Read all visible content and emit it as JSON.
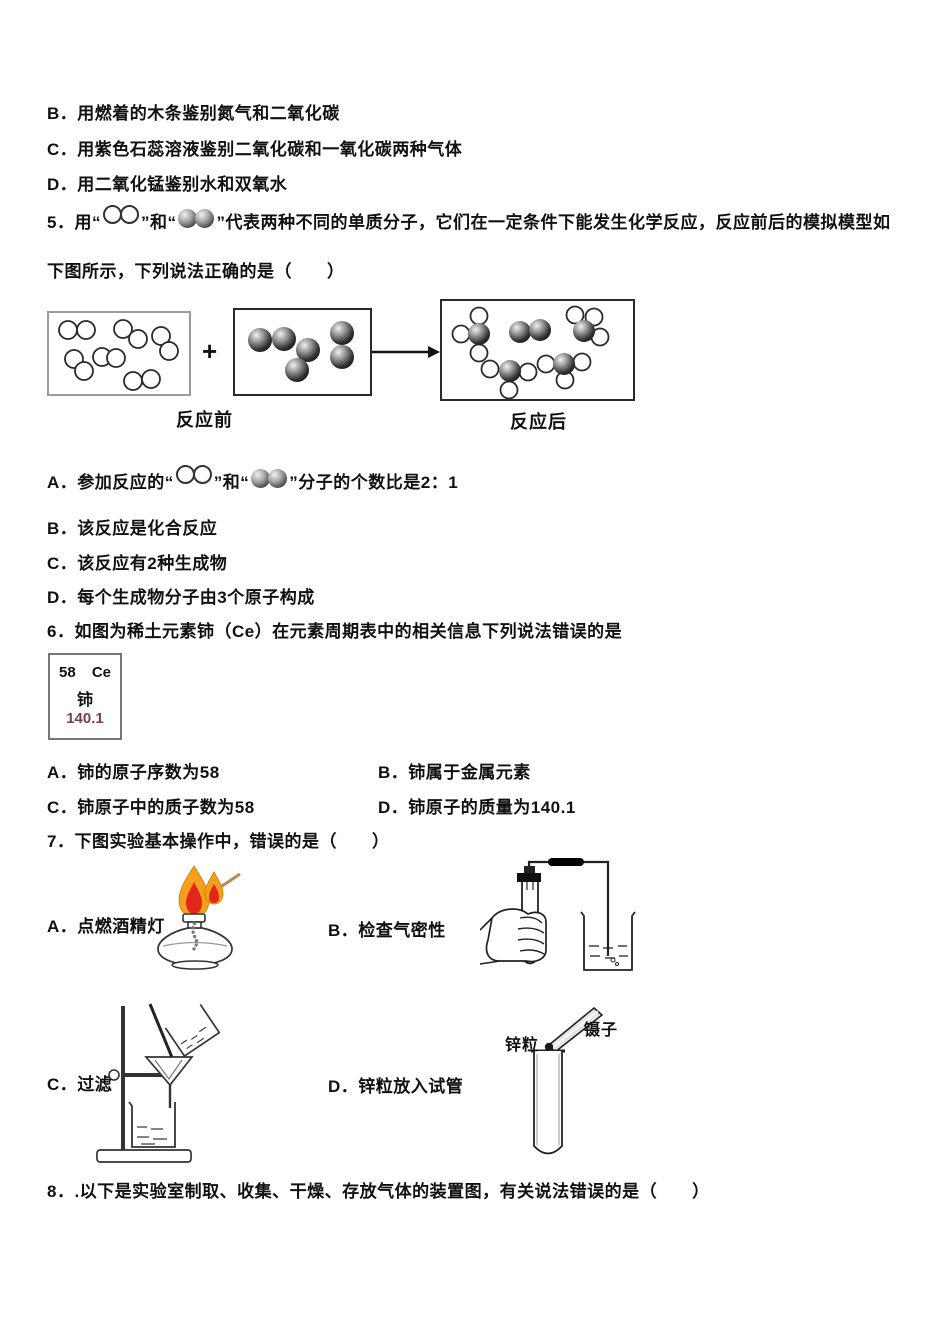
{
  "doc": {
    "q4": {
      "b": "B．用燃着的木条鉴别氮气和二氧化碳",
      "c": "C．用紫色石蕊溶液鉴别二氧化碳和一氧化碳两种气体",
      "d": "D．用二氧化锰鉴别水和双氧水"
    },
    "q5": {
      "stem1_prefix": "5．用“",
      "stem1_mid": "”和“",
      "stem1_suffix": "”代表两种不同的单质分子，它们在一定条件下能发生化学反应，反应前后的模拟模型如",
      "stem2": "下图所示，下列说法正确的是（　　）",
      "plus": "+",
      "before_label": "反应前",
      "after_label": "反应后",
      "optA_prefix": "A．参加反应的“",
      "optA_mid": "”和“",
      "optA_suffix": "”分子的个数比是2：1",
      "optB": "B．该反应是化合反应",
      "optC": "C．该反应有2种生成物",
      "optD": "D．每个生成物分子由3个原子构成"
    },
    "q6": {
      "stem": "6．如图为稀土元素铈（Ce）在元素周期表中的相关信息下列说法错误的是",
      "card": {
        "number": "58",
        "symbol": "Ce",
        "name": "铈",
        "mass": "140.1"
      },
      "optA": "A．铈的原子序数为58",
      "optB": "B．铈属于金属元素",
      "optC": "C．铈原子中的质子数为58",
      "optD": "D．铈原子的质量为140.1"
    },
    "q7": {
      "stem": "7．下图实验基本操作中，错误的是（　　）",
      "optA": "A．点燃酒精灯",
      "optB": "B．检查气密性",
      "optC": "C．过滤",
      "optD": "D．锌粒放入试管",
      "zinc_label": "锌粒",
      "tweezers_label": "镊子"
    },
    "q8": {
      "stem": "8．.以下是实验室制取、收集、干燥、存放气体的装置图，有关说法错误的是（　　）"
    },
    "colors": {
      "mass_text": "#7a3b5e",
      "flame_outer": "#f4a01c",
      "flame_inner": "#e3261a"
    }
  }
}
